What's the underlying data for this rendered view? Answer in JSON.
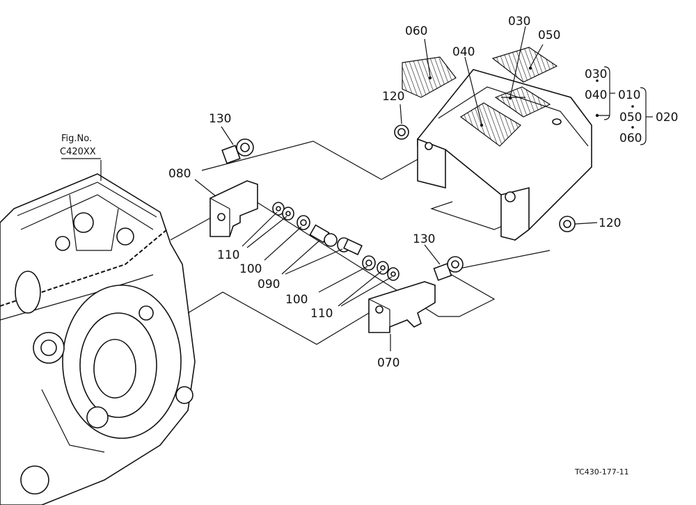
{
  "figure": {
    "fig_no_label": "Fig.No.",
    "fig_no_value": "C420XX",
    "drawing_code": "TC430-177-11"
  },
  "callouts": {
    "c060_top": "060",
    "c030_top": "030",
    "c050_top": "050",
    "c040_top": "040",
    "c120_left": "120",
    "c130_top": "130",
    "c080": "080",
    "c110_upper": "110",
    "c100_upper": "100",
    "c090": "090",
    "c100_lower": "100",
    "c110_lower": "110",
    "c130_mid": "130",
    "c070": "070",
    "c120_right": "120"
  },
  "assembly_tree": {
    "a030": "030",
    "a040": "040",
    "a010": "010",
    "a050": "050",
    "a020": "020",
    "a060": "060"
  }
}
